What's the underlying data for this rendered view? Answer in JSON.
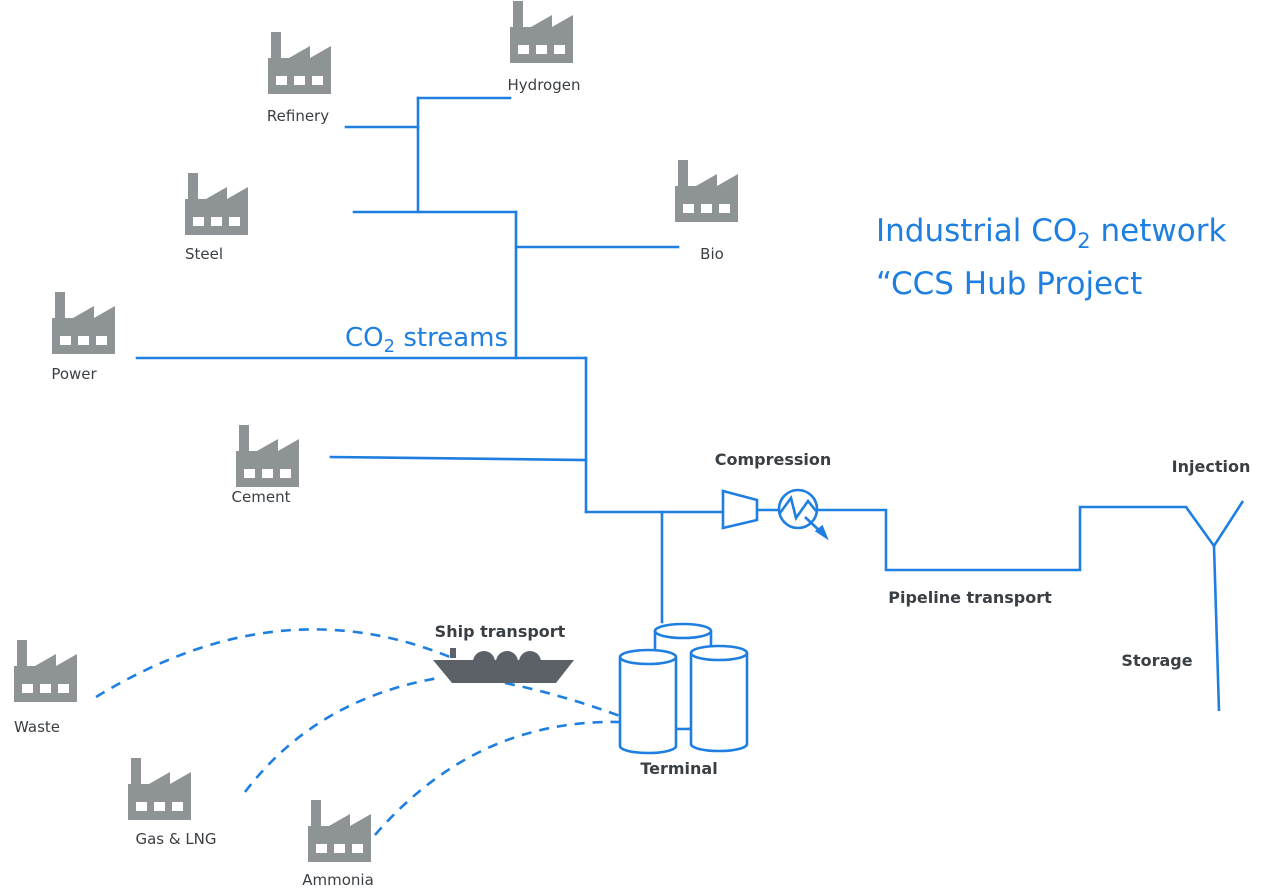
{
  "colors": {
    "accent": "#1f7fe0",
    "factory": "#8e9396",
    "text": "#3a3f44",
    "ship": "#5b6166"
  },
  "title": {
    "line1_pre": "Industrial CO",
    "line1_sub": "2",
    "line1_post": " network",
    "line2": "“CCS Hub Project"
  },
  "co2_streams": {
    "pre": "CO",
    "sub": "2",
    "post": " streams"
  },
  "sources": {
    "refinery": {
      "label": "Refinery",
      "icon": "factory-icon"
    },
    "hydrogen": {
      "label": "Hydrogen",
      "icon": "factory-icon"
    },
    "steel": {
      "label": "Steel",
      "icon": "factory-icon"
    },
    "bio": {
      "label": "Bio",
      "icon": "factory-icon"
    },
    "power": {
      "label": "Power",
      "icon": "factory-icon"
    },
    "cement": {
      "label": "Cement",
      "icon": "factory-icon"
    },
    "waste": {
      "label": "Waste",
      "icon": "factory-icon"
    },
    "gas_lng": {
      "label": "Gas & LNG",
      "icon": "factory-icon"
    },
    "ammonia": {
      "label": "Ammonia",
      "icon": "factory-icon"
    }
  },
  "stages": {
    "compression": "Compression",
    "pipeline": "Pipeline transport",
    "injection": "Injection",
    "storage": "Storage",
    "ship": "Ship transport",
    "terminal": "Terminal"
  },
  "icons": {
    "compressor": "compressor-icon",
    "heat_exchanger": "heat-exchanger-icon",
    "ship": "ship-icon",
    "tanks": "storage-tanks-icon",
    "well": "injection-well-icon"
  }
}
